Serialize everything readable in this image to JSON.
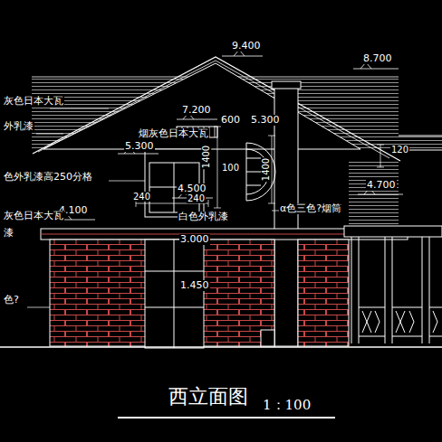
{
  "diagram": {
    "title": "西立面图",
    "labels": [
      "9.400",
      "8.700",
      "7.200",
      "600",
      "5.300",
      "5.300",
      "1400",
      "100",
      "1400",
      "120",
      "4.500",
      "240",
      "240",
      "4.700",
      "4.100",
      "3.000",
      "1.450",
      "灰色日本大瓦",
      "外乳漆",
      "色外乳漆高250分格",
      "灰色日本大瓦",
      "漆",
      "色?",
      "烟灰色日本大瓦",
      "白色外乳漆",
      "α色三色?烟筒",
      "1：100"
    ]
  }
}
